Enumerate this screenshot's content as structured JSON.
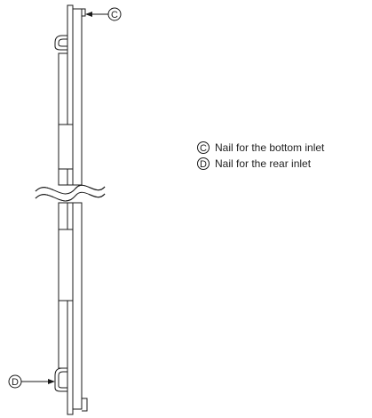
{
  "callouts": {
    "top_marker": "C",
    "bottom_marker": "D"
  },
  "legend": [
    {
      "marker": "C",
      "text": "Nail for the bottom inlet"
    },
    {
      "marker": "D",
      "text": "Nail for the rear inlet"
    }
  ],
  "colors": {
    "line": "#1a1a1a",
    "text": "#222222"
  }
}
